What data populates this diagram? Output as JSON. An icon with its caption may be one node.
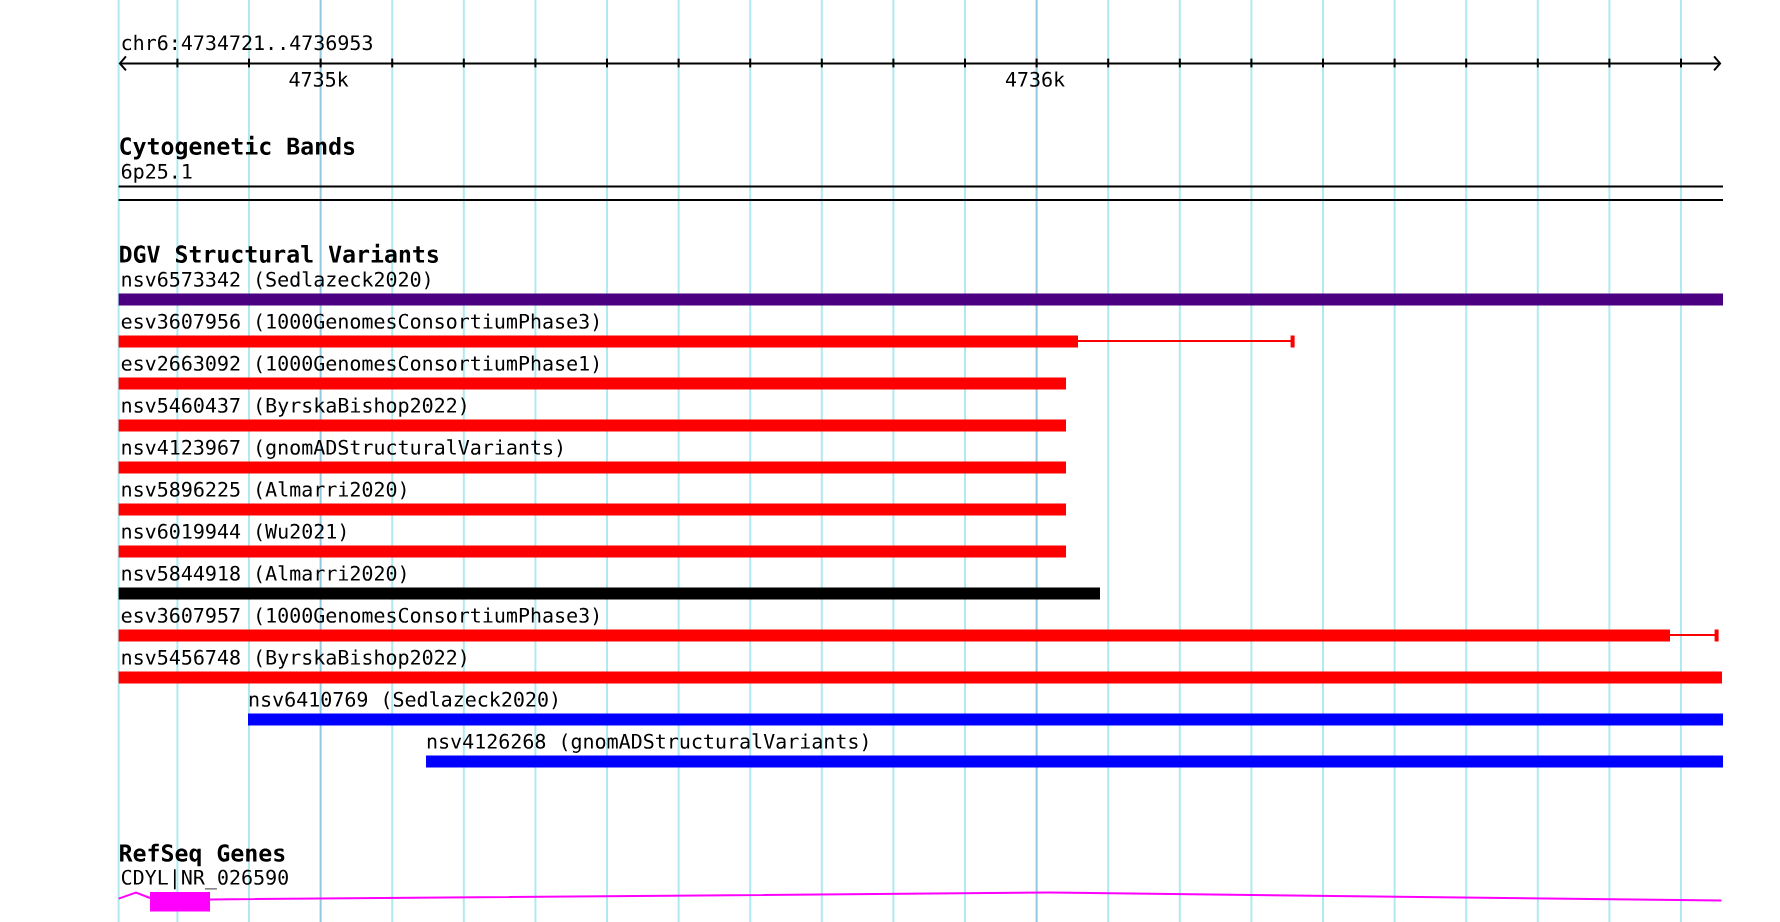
{
  "diagram": {
    "nodes": [
      {
        "text": [
          "6p25.1"
        ]
      },
      {
        "text": [
          "nsv6573342 (Sedlazeck2020)"
        ]
      },
      {
        "text": [
          "esv3607956 (1000GenomesConsortiumPhase3)"
        ]
      },
      {
        "text": [
          "esv2663092 (1000GenomesConsortiumPhase1)"
        ]
      },
      {
        "text": [
          "nsv5460437 (ByrskaBishop2022)"
        ]
      },
      {
        "text": [
          "nsv4123967 (gnomADStructuralVariants)"
        ]
      },
      {
        "text": [
          "nsv5896225 (Almarri2020)"
        ]
      },
      {
        "text": [
          "nsv6019944 (Wu2021)"
        ]
      },
      {
        "text": [
          "nsv5844918 (Almarri2020)"
        ]
      },
      {
        "text": [
          "esv3607957 (1000GenomesConsortiumPhase3)"
        ]
      },
      {
        "text": [
          "nsv5456748 (ByrskaBishop2022)"
        ]
      },
      {
        "text": [
          "nsv6410769 (Sedlazeck2020)"
        ]
      },
      {
        "text": [
          "nsv4126268 (gnomADStructuralVariants)"
        ]
      },
      {
        "text": [
          "CDYL|NR_026590"
        ]
      }
    ],
    "labels": [
      "chr6:4734721..4736953",
      "4735k",
      "4736k",
      "Cytogenetic Bands",
      "DGV Structural Variants",
      "RefSeq Genes"
    ]
  }
}
